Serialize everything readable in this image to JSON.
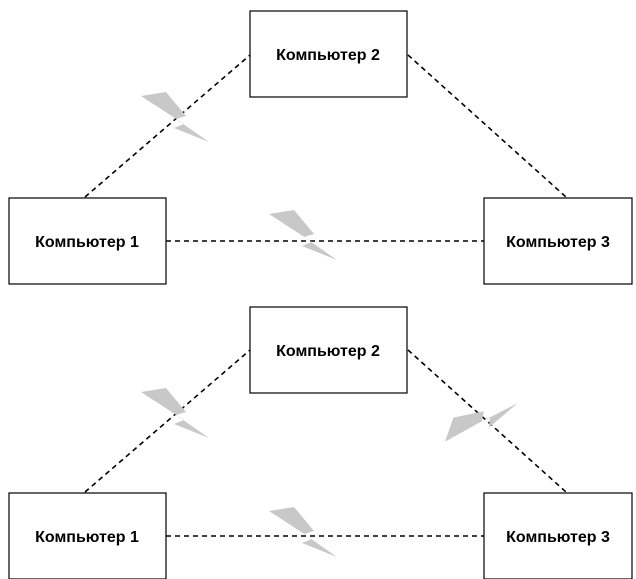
{
  "diagrams": [
    {
      "nodes": {
        "computer_1": "Компьютер 1",
        "computer_2": "Компьютер 2",
        "computer_3": "Компьютер 3"
      },
      "links": [
        {
          "from": "computer_1",
          "to": "computer_2",
          "style": "dashed",
          "interference_icon": "lightning-icon"
        },
        {
          "from": "computer_2",
          "to": "computer_3",
          "style": "dashed",
          "interference_icon": null
        },
        {
          "from": "computer_1",
          "to": "computer_3",
          "style": "dashed",
          "interference_icon": "lightning-icon"
        }
      ]
    },
    {
      "nodes": {
        "computer_1": "Компьютер 1",
        "computer_2": "Компьютер 2",
        "computer_3": "Компьютер 3"
      },
      "links": [
        {
          "from": "computer_1",
          "to": "computer_2",
          "style": "dashed",
          "interference_icon": "lightning-icon"
        },
        {
          "from": "computer_2",
          "to": "computer_3",
          "style": "dashed",
          "interference_icon": "lightning-icon"
        },
        {
          "from": "computer_1",
          "to": "computer_3",
          "style": "dashed",
          "interference_icon": "lightning-icon"
        }
      ]
    }
  ],
  "colors": {
    "line": "#000000",
    "box_fill": "#ffffff",
    "interference": "#c8c8c8"
  }
}
